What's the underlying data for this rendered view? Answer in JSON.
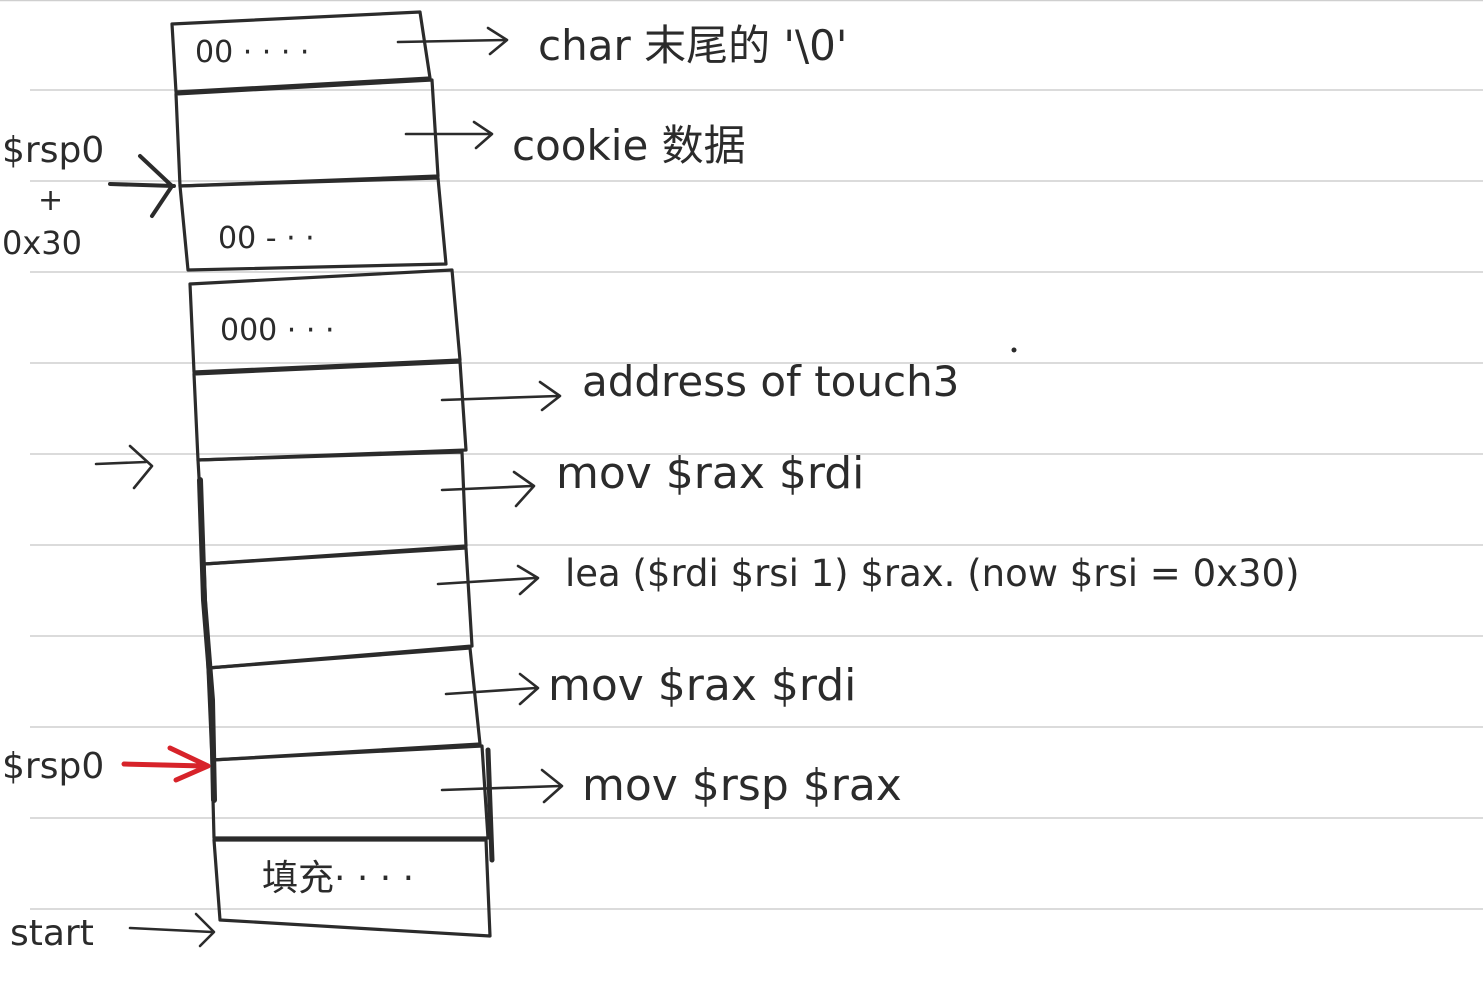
{
  "colors": {
    "ink": "#2b2b2b",
    "rule": "#cfcfcf",
    "red_arrow": "#d7232a"
  },
  "stack_cells": [
    {
      "text": "00 · · · ·"
    },
    {
      "text": ""
    },
    {
      "text": "00 - · ·"
    },
    {
      "text": "000 · · ·"
    },
    {
      "text": ""
    },
    {
      "text": ""
    },
    {
      "text": ""
    },
    {
      "text": ""
    },
    {
      "text": ""
    },
    {
      "text": "填充· · · ·"
    }
  ],
  "annotations": [
    {
      "text": "char 末尾的 '\\0'"
    },
    {
      "text": "cookie 数据"
    },
    {
      "text": "address of touch3"
    },
    {
      "text": "mov $rax $rdi"
    },
    {
      "text": "lea ($rdi $rsi 1) $rax. (now $rsi = 0x30)"
    },
    {
      "text": "mov $rax $rdi"
    },
    {
      "text": "mov $rsp $rax"
    }
  ],
  "left_labels": {
    "rsp0_plus": "$rsp0",
    "plus_sign": "+",
    "offset": "0x30",
    "rsp0": "$rsp0",
    "start": "start"
  }
}
